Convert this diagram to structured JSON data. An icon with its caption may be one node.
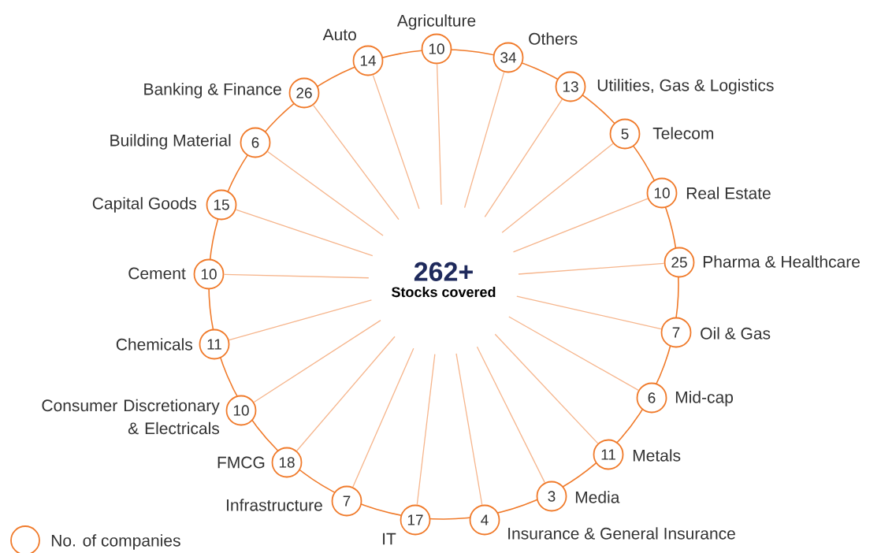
{
  "diagram": {
    "nodes": [
      {
        "text": [
          "262+",
          "Stocks covered"
        ]
      },
      {
        "text": [
          "14"
        ],
        "beside": [
          "Auto"
        ]
      },
      {
        "text": [
          "10"
        ],
        "beside": [
          "Agriculture"
        ]
      },
      {
        "text": [
          "34"
        ],
        "beside": [
          "Others"
        ]
      },
      {
        "text": [
          "13"
        ],
        "beside": [
          "Utilities, Gas & Logistics"
        ]
      },
      {
        "text": [
          "5"
        ],
        "beside": [
          "Telecom"
        ]
      },
      {
        "text": [
          "10"
        ],
        "beside": [
          "Real Estate"
        ]
      },
      {
        "text": [
          "25"
        ],
        "beside": [
          "Pharma & Healthcare"
        ]
      },
      {
        "text": [
          "7"
        ],
        "beside": [
          "Oil & Gas"
        ]
      },
      {
        "text": [
          "6"
        ],
        "beside": [
          "Mid-cap"
        ]
      },
      {
        "text": [
          "11"
        ],
        "beside": [
          "Metals"
        ]
      },
      {
        "text": [
          "3"
        ],
        "beside": [
          "Media"
        ]
      },
      {
        "text": [
          "4"
        ],
        "beside": [
          "Insurance & General Insurance"
        ]
      },
      {
        "text": [
          "17"
        ],
        "beside": [
          "IT"
        ]
      },
      {
        "text": [
          "7"
        ],
        "beside": [
          "Infrastructure"
        ]
      },
      {
        "text": [
          "18"
        ],
        "beside": [
          "FMCG"
        ]
      },
      {
        "text": [
          "10"
        ],
        "beside": [
          "Consumer Discretionary & Electricals"
        ]
      },
      {
        "text": [
          "11"
        ],
        "beside": [
          "Chemicals"
        ]
      },
      {
        "text": [
          "10"
        ],
        "beside": [
          "Cement"
        ]
      },
      {
        "text": [
          "15"
        ],
        "beside": [
          "Capital Goods"
        ]
      },
      {
        "text": [
          "6"
        ],
        "beside": [
          "Building Material"
        ]
      },
      {
        "text": [
          "26"
        ],
        "beside": [
          "Banking & Finance"
        ]
      }
    ],
    "edges": [
      {
        "from": 0,
        "to": 1,
        "arrow": "none"
      },
      {
        "from": 0,
        "to": 2,
        "arrow": "none"
      },
      {
        "from": 0,
        "to": 3,
        "arrow": "none"
      },
      {
        "from": 0,
        "to": 4,
        "arrow": "none"
      },
      {
        "from": 0,
        "to": 5,
        "arrow": "none"
      },
      {
        "from": 0,
        "to": 6,
        "arrow": "none"
      },
      {
        "from": 0,
        "to": 7,
        "arrow": "none"
      },
      {
        "from": 0,
        "to": 8,
        "arrow": "none"
      },
      {
        "from": 0,
        "to": 9,
        "arrow": "none"
      },
      {
        "from": 0,
        "to": 10,
        "arrow": "none"
      },
      {
        "from": 0,
        "to": 11,
        "arrow": "none"
      },
      {
        "from": 0,
        "to": 12,
        "arrow": "none"
      },
      {
        "from": 0,
        "to": 13,
        "arrow": "none"
      },
      {
        "from": 0,
        "to": 14,
        "arrow": "none"
      },
      {
        "from": 0,
        "to": 15,
        "arrow": "none"
      },
      {
        "from": 0,
        "to": 16,
        "arrow": "none"
      },
      {
        "from": 0,
        "to": 17,
        "arrow": "none"
      },
      {
        "from": 0,
        "to": 18,
        "arrow": "none"
      },
      {
        "from": 0,
        "to": 19,
        "arrow": "none"
      },
      {
        "from": 0,
        "to": 20,
        "arrow": "none"
      },
      {
        "from": 0,
        "to": 21,
        "arrow": "none"
      }
    ],
    "legend": [
      {
        "text": "No. of companies"
      }
    ]
  }
}
